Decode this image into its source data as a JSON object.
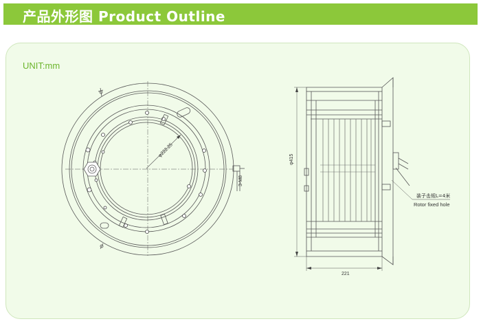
{
  "header": {
    "title": "产品外形图 Product Outline"
  },
  "panel": {
    "unit_label": "UNIT:mm"
  },
  "front_view": {
    "inner_diameter_label": "φ222.25",
    "thread_label": "3-M8"
  },
  "side_view": {
    "height_label": "φ415",
    "width_label": "221",
    "annotation_cn": "装子击规L=4米",
    "annotation_en": "Rotor fixed hole"
  },
  "colors": {
    "header_bg": "#8cc83a",
    "panel_bg": "#f1fbe9",
    "accent_text": "#6cb52c"
  }
}
